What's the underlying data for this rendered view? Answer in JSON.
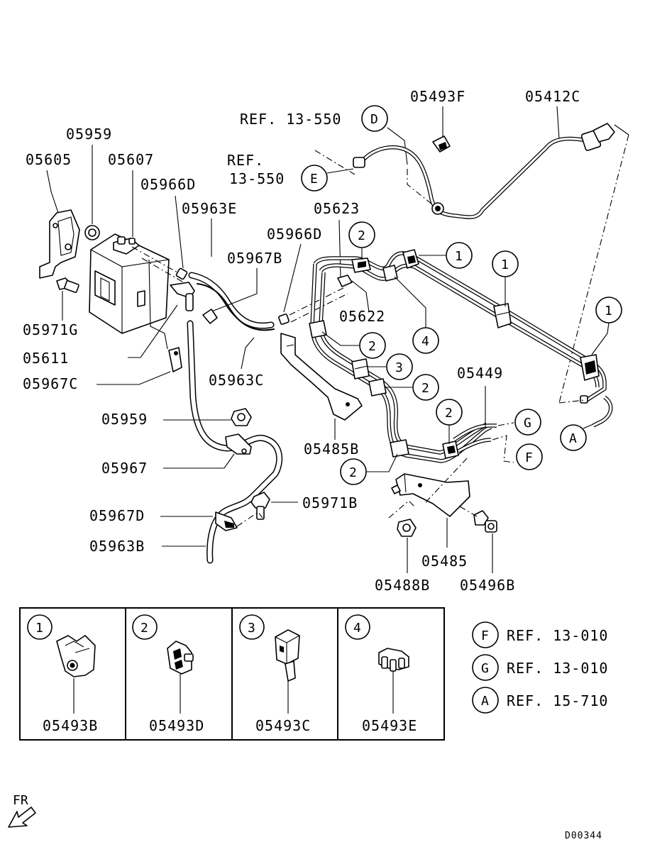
{
  "labels": {
    "p05959_top": "05959",
    "p05605": "05605",
    "p05607": "05607",
    "p05966D_left": "05966D",
    "p05963E": "05963E",
    "p05967B": "05967B",
    "p05966D_mid": "05966D",
    "p05623": "05623",
    "p05622": "05622",
    "p05971G": "05971G",
    "p05611": "05611",
    "p05967C": "05967C",
    "p05963C": "05963C",
    "p05959_mid": "05959",
    "p05967": "05967",
    "p05967D": "05967D",
    "p05963B": "05963B",
    "p05971B": "05971B",
    "p05485B": "05485B",
    "p05449": "05449",
    "p05485": "05485",
    "p05488B": "05488B",
    "p05496B": "05496B",
    "p05493F": "05493F",
    "p05412C": "05412C"
  },
  "refs": {
    "ref_d_line1": "REF. 13-550",
    "ref_e_line1": "REF.",
    "ref_e_line2": "13-550",
    "letter_d": "D",
    "letter_e": "E",
    "letter_g": "G",
    "letter_f": "F",
    "letter_a": "A"
  },
  "callouts": {
    "c1a": "1",
    "c1b": "1",
    "c1c": "1",
    "c2a": "2",
    "c2b": "2",
    "c2c": "2",
    "c2d": "2",
    "c2e": "2",
    "c3": "3",
    "c4": "4"
  },
  "legend": [
    {
      "num": "1",
      "part": "05493B"
    },
    {
      "num": "2",
      "part": "05493D"
    },
    {
      "num": "3",
      "part": "05493C"
    },
    {
      "num": "4",
      "part": "05493E"
    }
  ],
  "ref_legend": [
    {
      "letter": "F",
      "text": "REF. 13-010"
    },
    {
      "letter": "G",
      "text": "REF. 13-010"
    },
    {
      "letter": "A",
      "text": "REF. 15-710"
    }
  ],
  "footer": {
    "fr_label": "FR",
    "drawing_id": "D00344"
  }
}
